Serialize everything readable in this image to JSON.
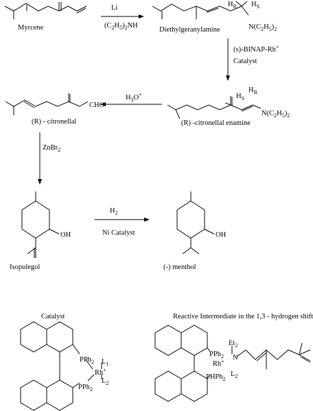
{
  "compounds": {
    "myrcene": "Myrcene",
    "diethylgeranylamine": "Diethylgeranylamine",
    "citronellal": "(R) - citronellal",
    "citronellal_enamine": "(R) -citronellal enamine",
    "isopulegol": "Isopulegol",
    "menthol": "(-) menthol"
  },
  "reagents": {
    "step1_top": "Li",
    "step1_bottom": "(C2H5)2NH",
    "step2_top": "(s)-BINAP-Rh+",
    "step2_bottom": "Catalyst",
    "step3": "H3O+",
    "step4": "ZnBr2",
    "step5_top": "H2",
    "step5_bottom": "Ni Catalyst"
  },
  "atoms": {
    "hr": "H",
    "hr_sub": "R",
    "hs": "H",
    "hs_sub": "S",
    "net2": "N(C2H5)2",
    "cho": "CHO",
    "oh": "OH",
    "pph2": "PPh2",
    "rh": "Rh+",
    "l1": "L1",
    "l2": "L2",
    "et2": "Et2",
    "n": "N",
    "php": "PHPh2"
  },
  "panels": {
    "catalyst_title": "Catalyst",
    "intermediate_title": "Reactive Intermediate in the 1,3 - hydrogen shift"
  }
}
